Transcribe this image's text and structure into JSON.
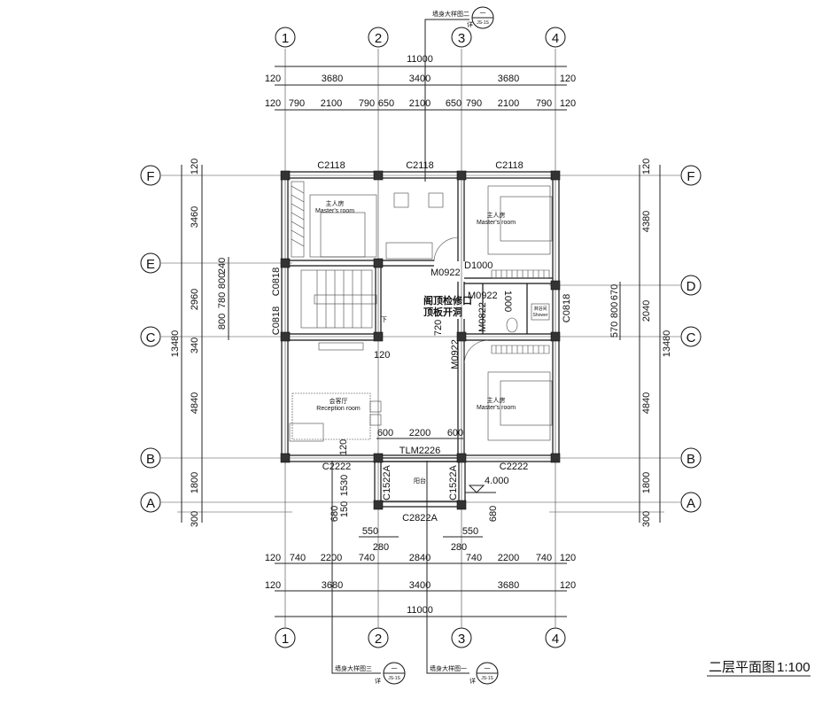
{
  "title": {
    "name": "二层平面图",
    "scale": "1:100"
  },
  "axes_columns": [
    "1",
    "2",
    "3",
    "4"
  ],
  "axes_rows": [
    "F",
    "E",
    "D",
    "C",
    "B",
    "A"
  ],
  "top_dims": {
    "overall": "11000",
    "chain": [
      "120",
      "3680",
      "3400",
      "3680",
      "120"
    ],
    "detail": [
      "120",
      "790",
      "2100",
      "790",
      "650",
      "2100",
      "650",
      "790",
      "2100",
      "790",
      "120"
    ]
  },
  "bottom_dims": {
    "overall": "11000",
    "chain": [
      "120",
      "3680",
      "3400",
      "3680",
      "120"
    ],
    "detail": [
      "120",
      "740",
      "2200",
      "740",
      "280",
      "2840",
      "280",
      "740",
      "2200",
      "740",
      "120"
    ],
    "balcony": [
      "550",
      "550"
    ]
  },
  "left_dims": {
    "overall": "13480",
    "chain": [
      "120",
      "3460",
      "2960",
      "340",
      "4840",
      "1800",
      "300"
    ],
    "detail": [
      "240",
      "800",
      "780",
      "800"
    ]
  },
  "right_dims": {
    "overall": "13480",
    "chain": [
      "120",
      "4380",
      "2040",
      "4840",
      "1800",
      "300"
    ],
    "detail": [
      "670",
      "800",
      "570"
    ]
  },
  "openings": {
    "c2118": "C2118",
    "c0818": "C0818",
    "m0922": "M0922",
    "d1000": "D1000",
    "m0822": "M0822",
    "v1000": "1000",
    "c2222": "C2222",
    "c1522a": "C1522A",
    "c2822a": "C2822A",
    "tlm2226": "TLM2226"
  },
  "rooms": {
    "master_cn": "主人房",
    "master_en": "Master's room",
    "reception_cn": "会客厅",
    "reception_en": "Reception room",
    "balcony": "阳台",
    "shower_cn": "淋浴间",
    "shower_en": "Shower",
    "down": "下"
  },
  "notes": {
    "hatch1": "阁顶检修口",
    "hatch2": "顶板开洞",
    "d720": "720",
    "d120": "120",
    "door_dims": [
      "600",
      "2200",
      "600"
    ],
    "d1530": "1530",
    "d150": "150",
    "d680": "680",
    "elevation": "4.000"
  },
  "callouts": [
    {
      "label": "墙身大样图二",
      "num": "一",
      "ref": "JS-1S",
      "detail": "详"
    },
    {
      "label": "墙身大样图三",
      "num": "一",
      "ref": "JS-1S",
      "detail": "详"
    },
    {
      "label": "墙身大样图一",
      "num": "一",
      "ref": "JS-1S",
      "detail": "详"
    }
  ]
}
